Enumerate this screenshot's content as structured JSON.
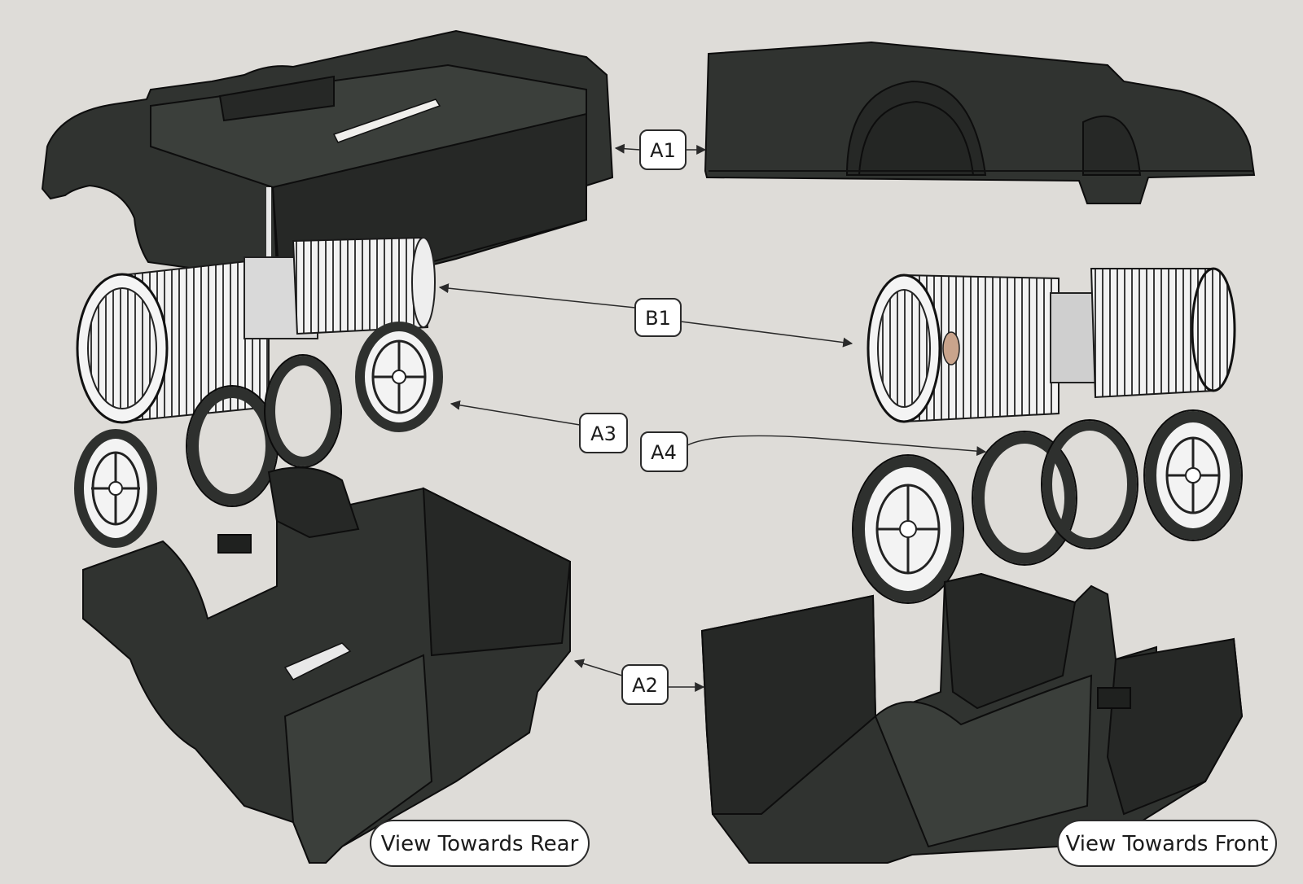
{
  "callouts": {
    "a1": "A1",
    "b1": "B1",
    "a3": "A3",
    "a4": "A4",
    "a2": "A2"
  },
  "views": {
    "rear": "View Towards Rear",
    "front": "View Towards Front"
  },
  "colors": {
    "background": "#dedcd8",
    "housing": "#303330",
    "wheel": "#f2f2f2",
    "outline": "#0d0d0d"
  }
}
